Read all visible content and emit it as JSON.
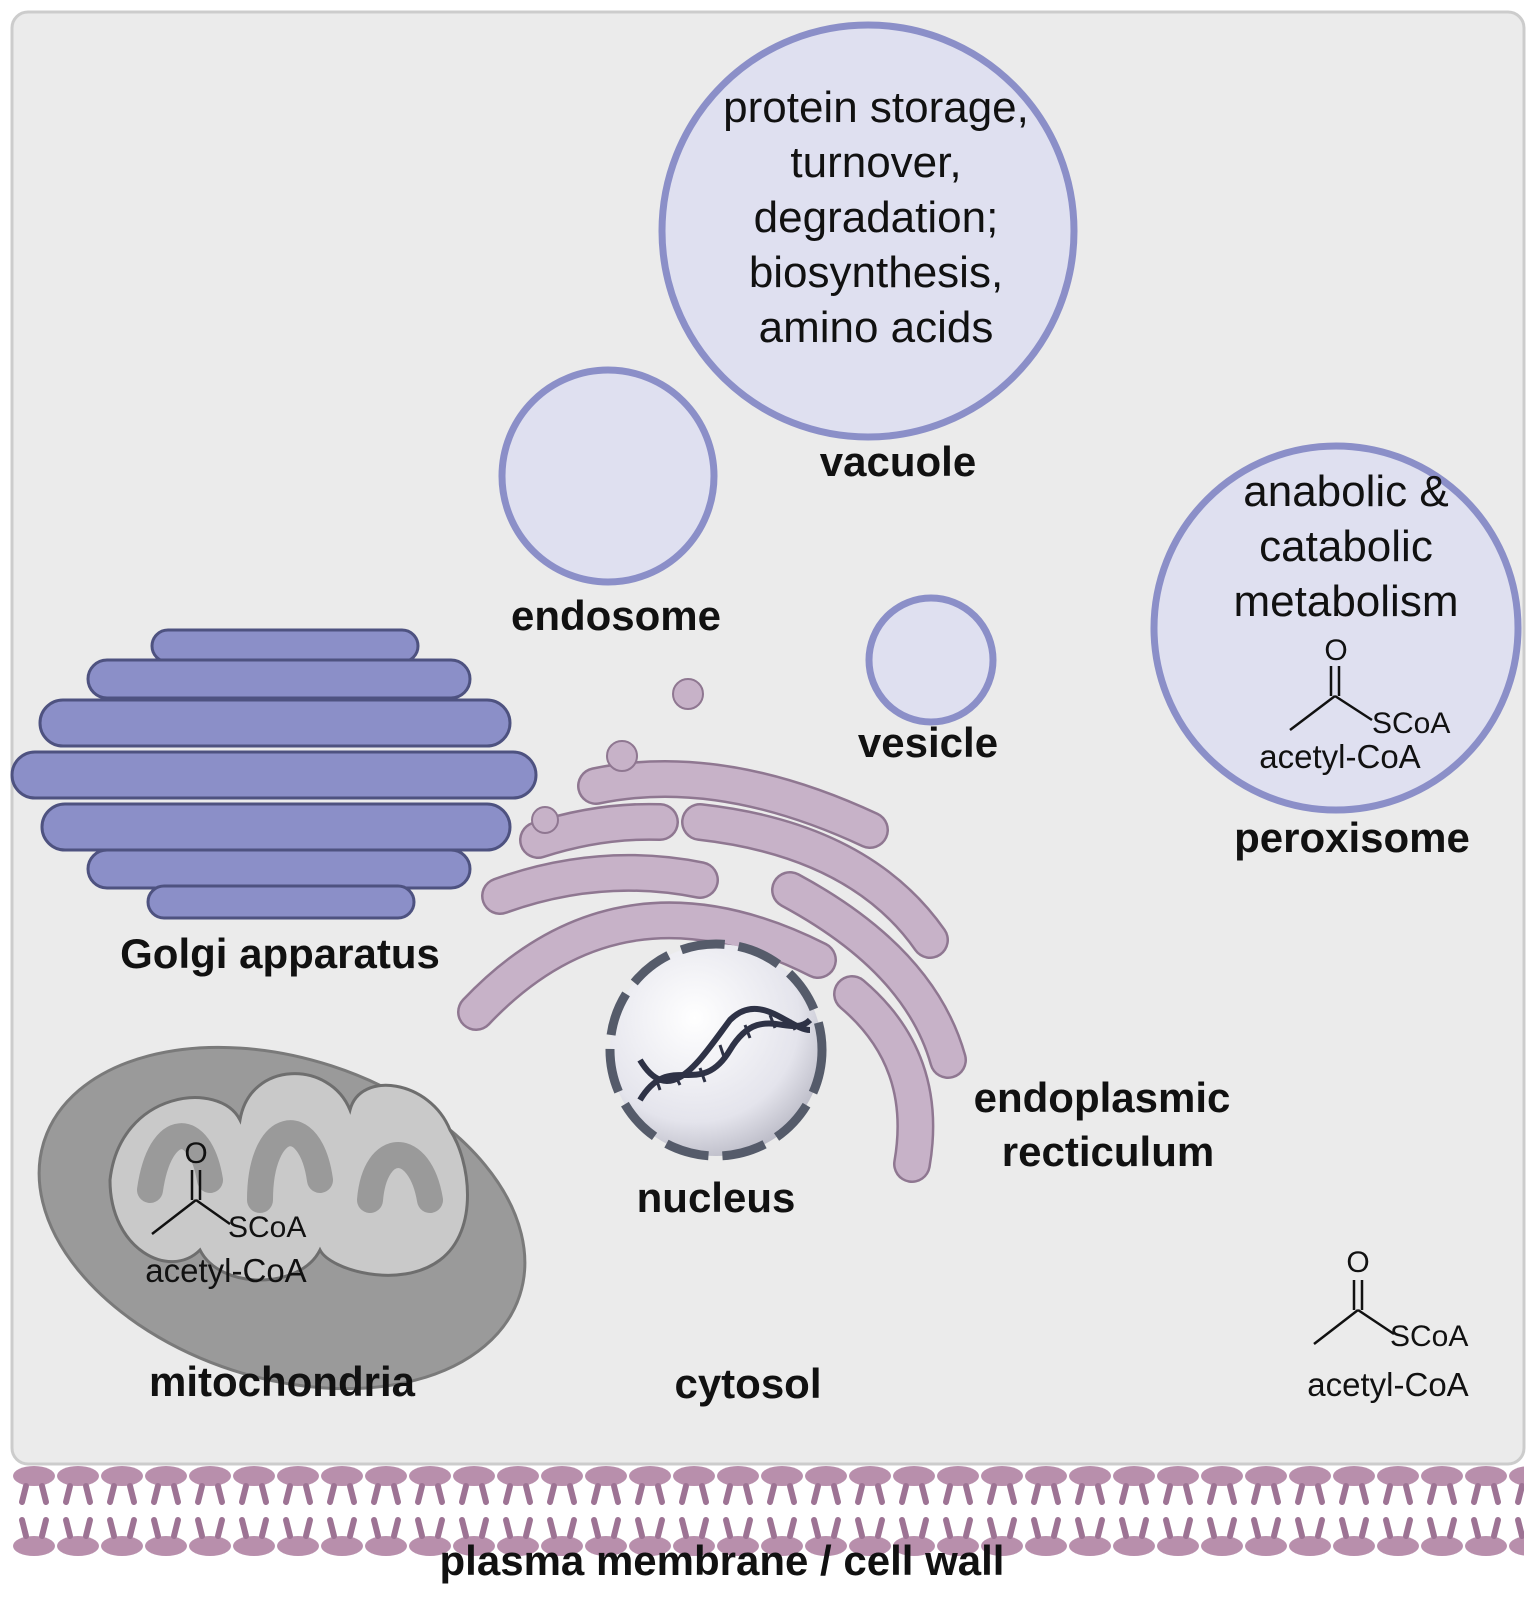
{
  "labels": {
    "vacuole": "vacuole",
    "endosome": "endosome",
    "vesicle": "vesicle",
    "peroxisome": "peroxisome",
    "golgi": "Golgi apparatus",
    "er_line1": "endoplasmic",
    "er_line2": "recticulum",
    "nucleus": "nucleus",
    "mitochondria": "mitochondria",
    "cytosol": "cytosol",
    "membrane": "plasma membrane / cell wall"
  },
  "vacuole_text": [
    "protein storage,",
    "turnover,",
    "degradation;",
    "biosynthesis,",
    "amino acids"
  ],
  "peroxisome_text": [
    "anabolic &",
    "catabolic",
    "metabolism"
  ],
  "acetyl_coa": {
    "oxygen": "O",
    "group": "SCoA",
    "name": "acetyl-CoA"
  },
  "colors": {
    "cell_bg": "#ebebeb",
    "organelle_fill": "#dfe0f0",
    "organelle_stroke": "#8b8fc8",
    "golgi": "#8b8fc8",
    "er": "#c7b2c8",
    "mitochondria": "#9a9a9a",
    "membrane": "#b88fac"
  }
}
